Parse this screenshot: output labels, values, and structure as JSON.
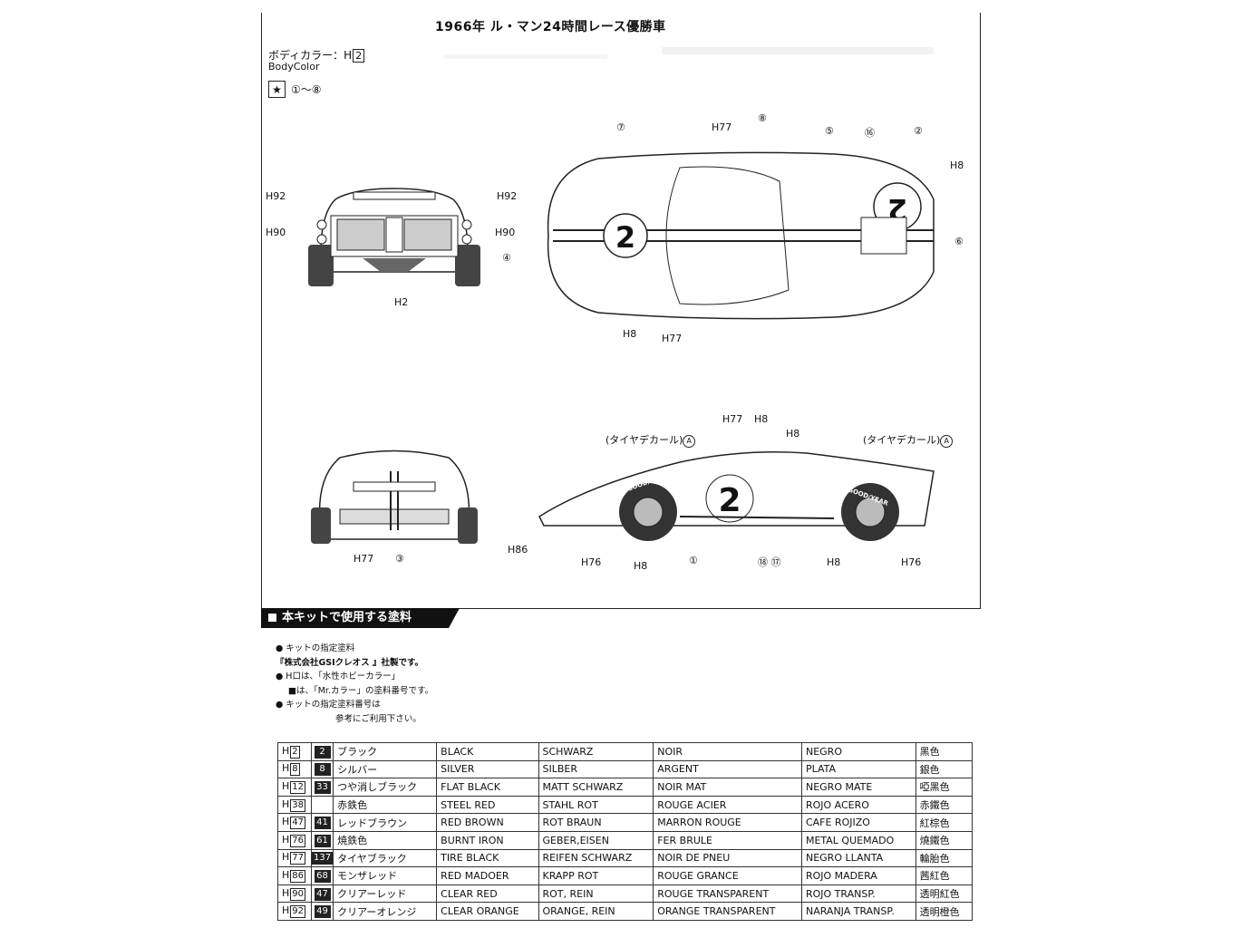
{
  "title": "1966年  ル・マン24時間レース優勝車",
  "body_color": {
    "label_jp": "ボディカラー：",
    "code_prefix": "H",
    "code_num": "2",
    "label_en": "BodyColor"
  },
  "decals_ref": {
    "star": "★",
    "range": "①〜⑧"
  },
  "callouts": {
    "front": {
      "h92_l": "H92",
      "h92_r": "H92",
      "h90_l": "H90",
      "h90_r": "H90",
      "h2": "H2"
    },
    "top": {
      "h77_top": "H77",
      "n7": "⑦",
      "n8": "⑧",
      "n5": "⑤",
      "n16": "⑯",
      "n2": "②",
      "h8_r": "H8",
      "n4": "④",
      "n6": "⑥",
      "h8_b": "H8",
      "h77_b": "H77"
    },
    "rear": {
      "h77": "H77",
      "n3": "③"
    },
    "side": {
      "tire_l": "(タイヤデカール)",
      "tire_r": "(タイヤデカール)",
      "a": "A",
      "h77": "H77",
      "h8_t": "H8",
      "h8_t2": "H8",
      "h86": "H86",
      "h76_l": "H76",
      "h8_b1": "H8",
      "n1": "①",
      "n18": "⑱",
      "n17": "⑰",
      "h8_b2": "H8",
      "h76_r": "H76",
      "race_number": "2",
      "tire_brand": "GOOD/YEAR"
    }
  },
  "paint_section": {
    "heading": "本キットで使用する塗料",
    "notes": [
      "● キットの指定塗料",
      "『株式会社GSIクレオス 』社製です。",
      "● H口は、「水性ホビーカラー」",
      "■は、「Mr.カラー」の塗料番号です。",
      "● キットの指定塗料番号は",
      "参考にご利用下さい。"
    ]
  },
  "paints": [
    {
      "h": "H",
      "hn": "2",
      "m": "2",
      "jp": "ブラック",
      "en": "BLACK",
      "de": "SCHWARZ",
      "fr": "NOIR",
      "es": "NEGRO",
      "cn": "黑色"
    },
    {
      "h": "H",
      "hn": "8",
      "m": "8",
      "jp": "シルバー",
      "en": "SILVER",
      "de": "SILBER",
      "fr": "ARGENT",
      "es": "PLATA",
      "cn": "銀色"
    },
    {
      "h": "H",
      "hn": "12",
      "m": "33",
      "jp": "つや消しブラック",
      "en": "FLAT BLACK",
      "de": "MATT SCHWARZ",
      "fr": "NOIR MAT",
      "es": "NEGRO MATE",
      "cn": "啞黑色"
    },
    {
      "h": "H",
      "hn": "38",
      "m": "",
      "jp": "赤鉄色",
      "en": "STEEL RED",
      "de": "STAHL ROT",
      "fr": "ROUGE ACIER",
      "es": "ROJO ACERO",
      "cn": "赤鐵色"
    },
    {
      "h": "H",
      "hn": "47",
      "m": "41",
      "jp": "レッドブラウン",
      "en": "RED BROWN",
      "de": "ROT BRAUN",
      "fr": "MARRON ROUGE",
      "es": "CAFE ROJIZO",
      "cn": "紅棕色"
    },
    {
      "h": "H",
      "hn": "76",
      "m": "61",
      "jp": "焼鉄色",
      "en": "BURNT IRON",
      "de": "GEBER,EISEN",
      "fr": "FER BRULE",
      "es": "METAL QUEMADO",
      "cn": "燒鐵色"
    },
    {
      "h": "H",
      "hn": "77",
      "m": "137",
      "jp": "タイヤブラック",
      "en": "TIRE BLACK",
      "de": "REIFEN SCHWARZ",
      "fr": "NOIR DE PNEU",
      "es": "NEGRO LLANTA",
      "cn": "輪胎色"
    },
    {
      "h": "H",
      "hn": "86",
      "m": "68",
      "jp": "モンザレッド",
      "en": "RED MADOER",
      "de": "KRAPP ROT",
      "fr": "ROUGE GRANCE",
      "es": "ROJO MADERA",
      "cn": "茜紅色"
    },
    {
      "h": "H",
      "hn": "90",
      "m": "47",
      "jp": "クリアーレッド",
      "en": "CLEAR RED",
      "de": "ROT, REIN",
      "fr": "ROUGE TRANSPARENT",
      "es": "ROJO TRANSP.",
      "cn": "透明紅色"
    },
    {
      "h": "H",
      "hn": "92",
      "m": "49",
      "jp": "クリアーオレンジ",
      "en": "CLEAR ORANGE",
      "de": "ORANGE, REIN",
      "fr": "ORANGE TRANSPARENT",
      "es": "NARANJA TRANSP.",
      "cn": "透明橙色"
    }
  ]
}
